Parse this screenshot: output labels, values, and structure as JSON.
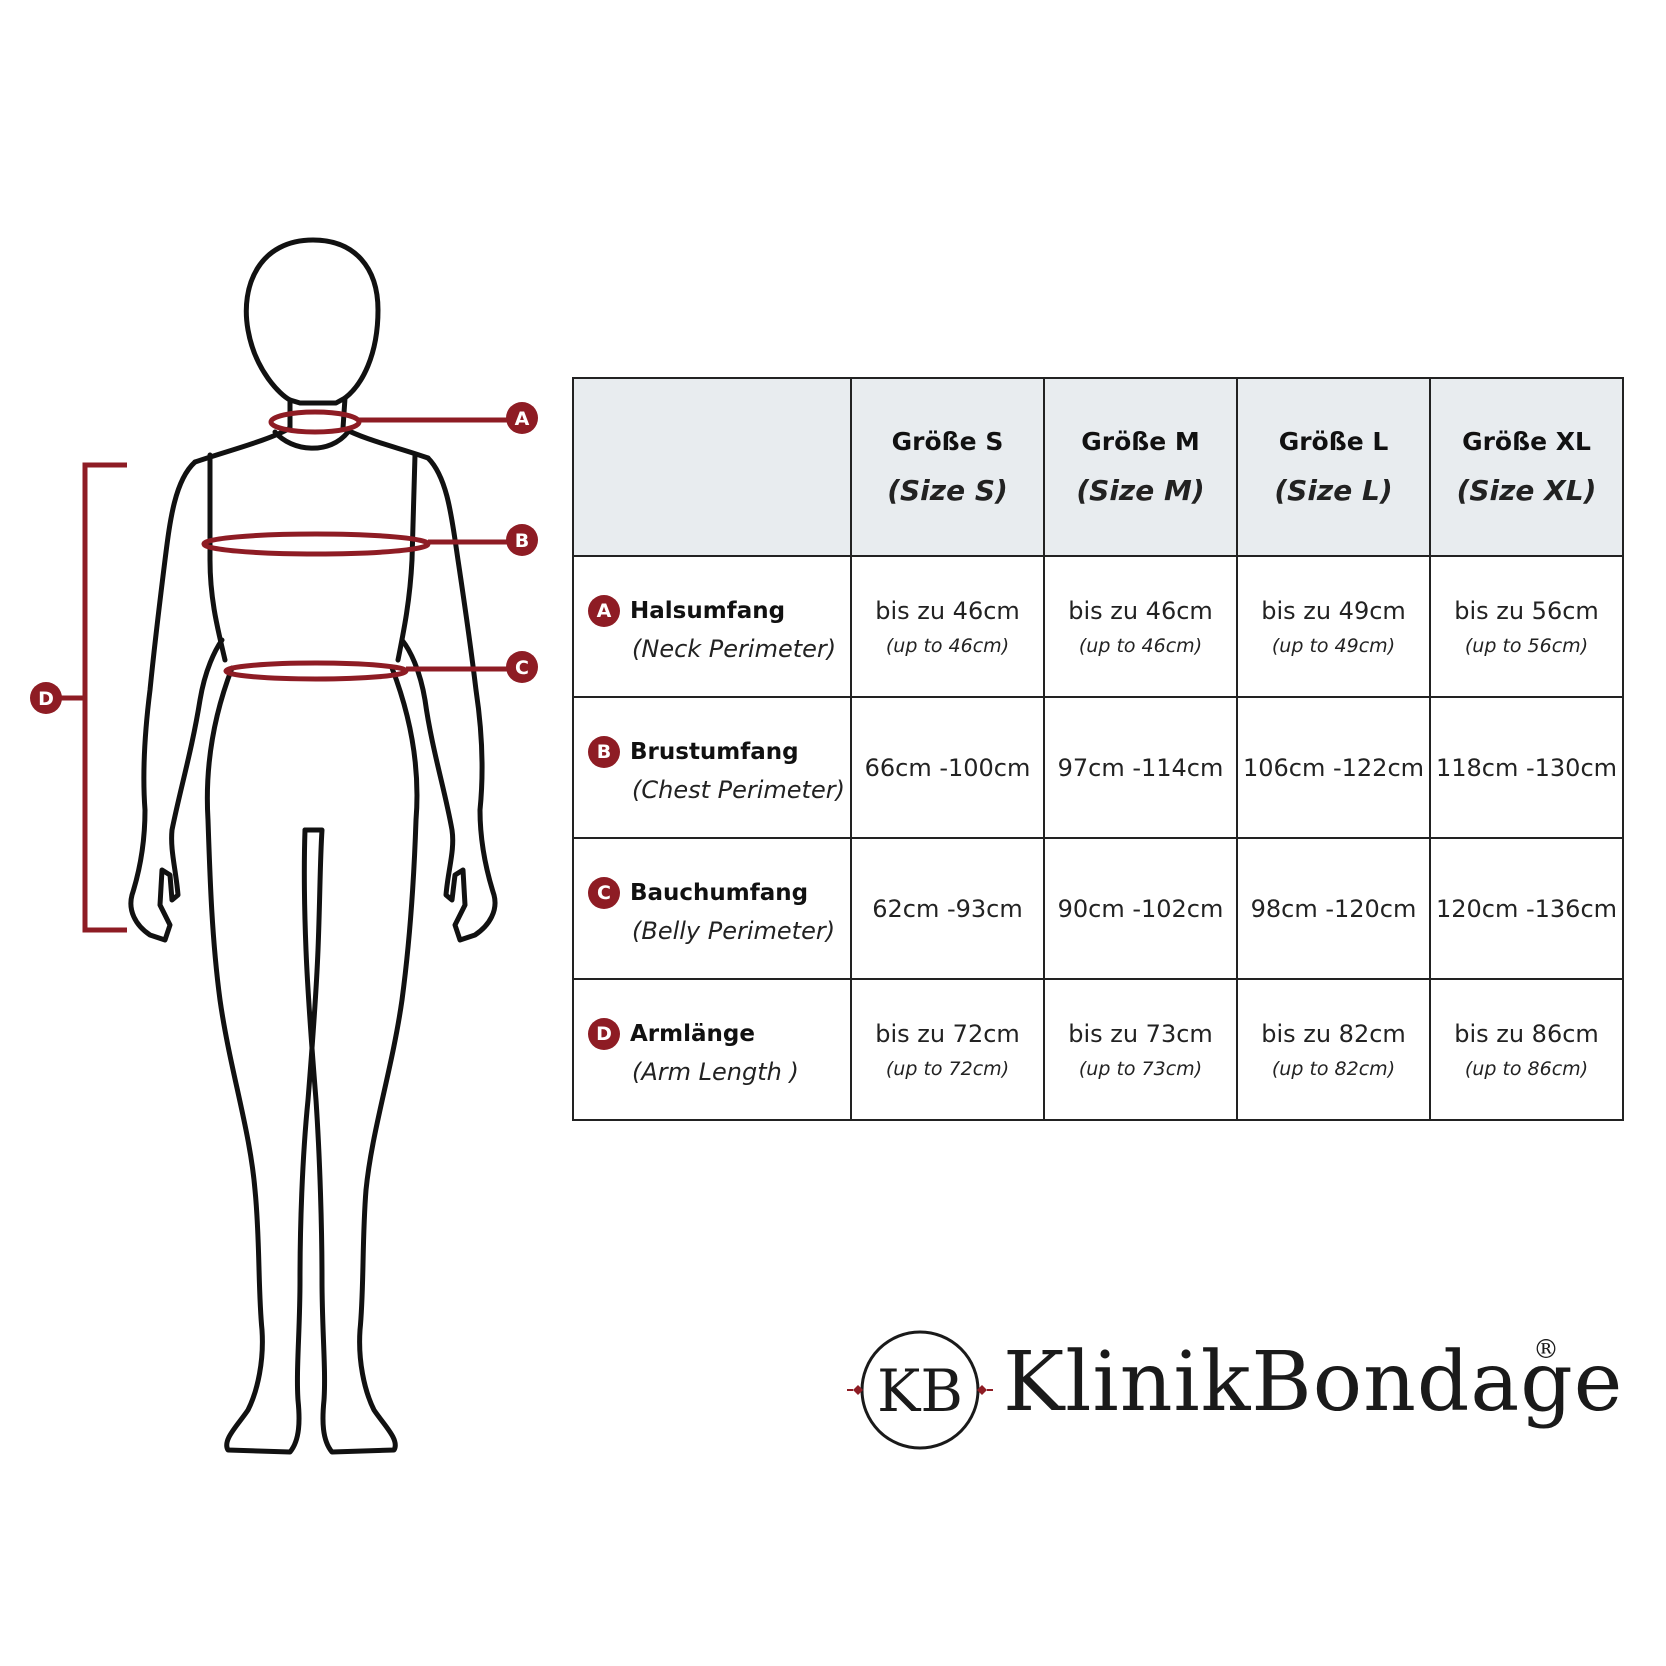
{
  "figure": {
    "markers": [
      "A",
      "B",
      "C",
      "D"
    ],
    "colors": {
      "accent": "#8e1c24",
      "outline": "#111111"
    }
  },
  "table": {
    "header": [
      {
        "de": "Größe S",
        "en": "(Size S)"
      },
      {
        "de": "Größe M",
        "en": "(Size M)"
      },
      {
        "de": "Größe L",
        "en": "(Size L)"
      },
      {
        "de": "Größe XL",
        "en": "(Size XL)"
      }
    ],
    "rows": [
      {
        "marker": "A",
        "de": "Halsumfang",
        "en": "(Neck Perimeter)",
        "cells": [
          {
            "de": "bis zu 46cm",
            "en": "(up to 46cm)"
          },
          {
            "de": "bis zu 46cm",
            "en": "(up to 46cm)"
          },
          {
            "de": "bis zu 49cm",
            "en": "(up to 49cm)"
          },
          {
            "de": "bis zu 56cm",
            "en": "(up to 56cm)"
          }
        ]
      },
      {
        "marker": "B",
        "de": "Brustumfang",
        "en": "(Chest Perimeter)",
        "cells": [
          {
            "de": "66cm -100cm"
          },
          {
            "de": "97cm -114cm"
          },
          {
            "de": "106cm -122cm"
          },
          {
            "de": "118cm -130cm"
          }
        ]
      },
      {
        "marker": "C",
        "de": "Bauchumfang",
        "en": "(Belly Perimeter)",
        "cells": [
          {
            "de": "62cm -93cm"
          },
          {
            "de": "90cm -102cm"
          },
          {
            "de": "98cm -120cm"
          },
          {
            "de": "120cm -136cm"
          }
        ]
      },
      {
        "marker": "D",
        "de": "Armlänge",
        "en": "(Arm Length )",
        "cells": [
          {
            "de": "bis zu 72cm",
            "en": "(up to 72cm)"
          },
          {
            "de": "bis zu 73cm",
            "en": "(up to 73cm)"
          },
          {
            "de": "bis zu 82cm",
            "en": "(up to 82cm)"
          },
          {
            "de": "bis zu 86cm",
            "en": "(up to 86cm)"
          }
        ]
      }
    ]
  },
  "logo": {
    "monogram": "KB",
    "name": "KlinikBondage",
    "registered": "®"
  }
}
